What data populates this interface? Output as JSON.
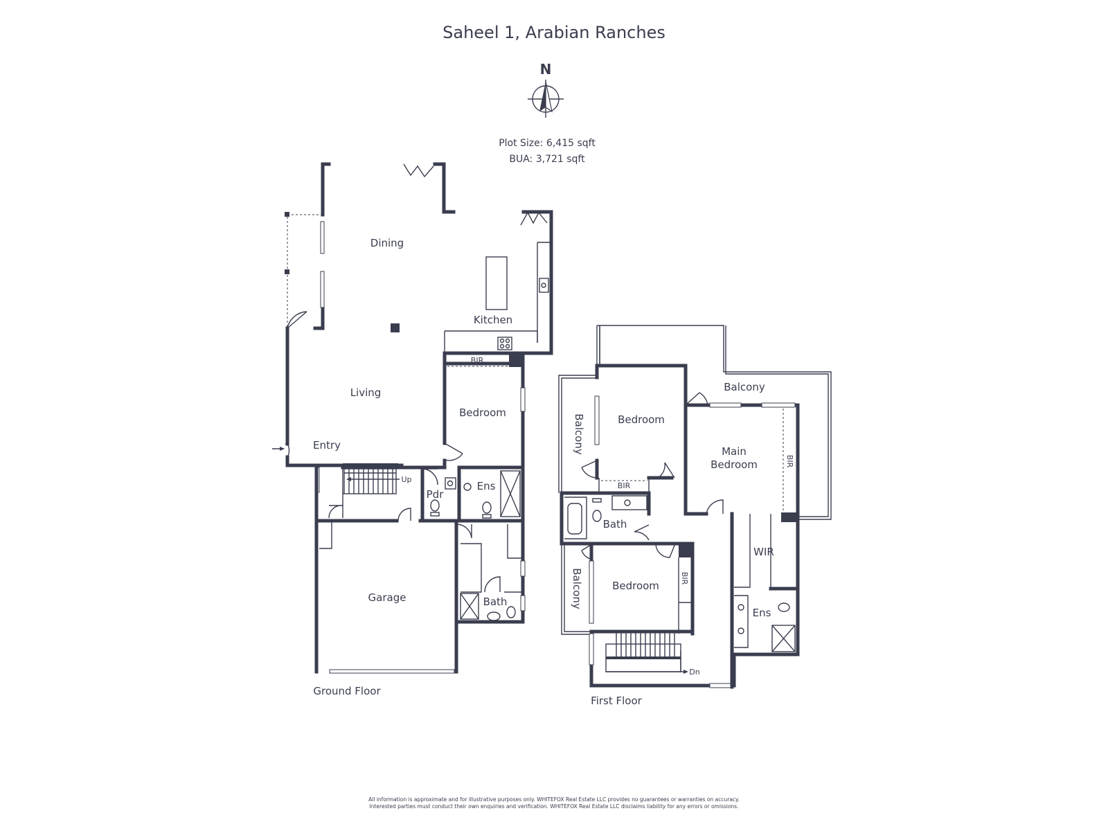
{
  "title": "Saheel 1, Arabian Ranches",
  "compass": {
    "letter": "N",
    "icon": "north-arrow-icon"
  },
  "info": {
    "plot_size": "Plot Size: 6,415 sqft",
    "bua": "BUA: 3,721 sqft"
  },
  "ground_floor": {
    "name": "Ground Floor",
    "rooms": {
      "dining": "Dining",
      "kitchen": "Kitchen",
      "living": "Living",
      "bedroom": "Bedroom",
      "bir": "BIR",
      "entry": "Entry",
      "up": "Up",
      "pdr": "Pdr",
      "ens": "Ens",
      "garage": "Garage",
      "bath": "Bath"
    }
  },
  "first_floor": {
    "name": "First Floor",
    "rooms": {
      "balcony_top": "Balcony",
      "balcony_left": "Balcony",
      "balcony_bottom": "Balcony",
      "bedroom_top": "Bedroom",
      "main_bedroom_1": "Main",
      "main_bedroom_2": "Bedroom",
      "bir_main": "BIR",
      "bir_mid": "BIR",
      "bir_bottom": "BIR",
      "bath": "Bath",
      "wir": "WIR",
      "bedroom_bottom": "Bedroom",
      "ens": "Ens",
      "dn": "Dn"
    }
  },
  "disclaimer": {
    "line1": "All information is approximate and for illustrative purposes only. WHITEFOX Real Estate LLC provides no guarantees or warranties on accuracy.",
    "line2": "Interested parties must conduct their own enquiries and verification. WHITEFOX Real Estate LLC disclaims liability for any errors or omissions."
  },
  "colors": {
    "ink": "#3a3d4e",
    "background": "#ffffff"
  }
}
